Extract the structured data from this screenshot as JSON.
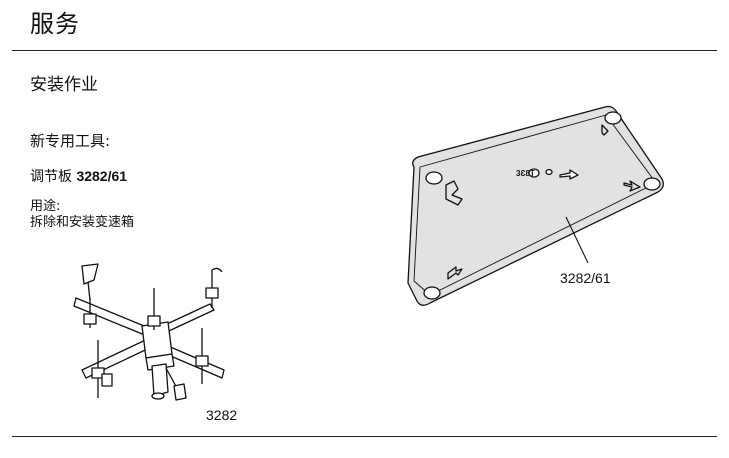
{
  "header": {
    "title": "服务"
  },
  "section": {
    "title": "安装作业"
  },
  "tools": {
    "heading": "新专用工具:",
    "plate_prefix": "调节板 ",
    "plate_number": "3282/61",
    "usage_label": "用途:",
    "usage_text": "拆除和安装变速箱"
  },
  "figures": {
    "tool_label": "3282",
    "plate_label": "3282/61",
    "plate_marking": "3Ɛ8T"
  }
}
